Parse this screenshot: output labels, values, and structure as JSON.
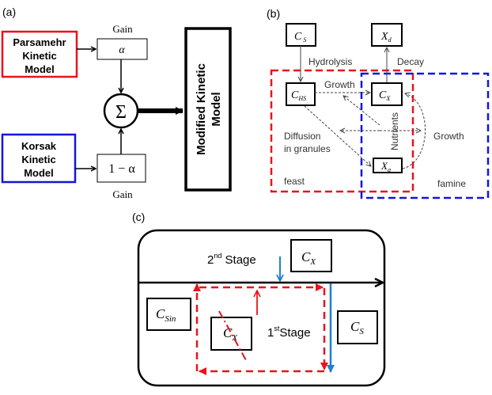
{
  "panel_a": {
    "label": "(a)",
    "parsamehr": [
      "Parsamehr",
      "Kinetic",
      "Model"
    ],
    "korsak": [
      "Korsak",
      "Kinetic",
      "Model"
    ],
    "gain_top": "Gain",
    "gain_bottom": "Gain",
    "alpha": "α",
    "one_minus_alpha": "1 − α",
    "sum_symbol": "Σ",
    "output": [
      "Modified Kinetic",
      "Model"
    ],
    "colors": {
      "parsamehr": "#e8141a",
      "korsak": "#1414e0"
    }
  },
  "panel_b": {
    "label": "(b)",
    "cs": {
      "main": "C",
      "sub": "S"
    },
    "xd": {
      "main": "X",
      "sub": "d"
    },
    "chs": {
      "main": "C",
      "sub": "HS"
    },
    "cx": {
      "main": "C",
      "sub": "X"
    },
    "xg": {
      "main": "X",
      "sub": "g"
    },
    "hydrolysis": "Hydrolysis",
    "decay": "Decay",
    "growth_top": "Growth",
    "growth_right": "Growth",
    "diffusion": [
      "Diffusion",
      "in granules"
    ],
    "nutrients": "Nutrients",
    "feast": "feast",
    "famine": "famine",
    "colors": {
      "feast": "#e8141a",
      "famine": "#1414e0"
    }
  },
  "panel_c": {
    "label": "(c)",
    "stage2": {
      "num": "2",
      "sup": "nd",
      "text": " Stage"
    },
    "stage1": {
      "num": "1",
      "sup": "st",
      "text": "Stage"
    },
    "cx_top": {
      "main": "C",
      "sub": "X"
    },
    "csin": {
      "main": "C",
      "sub": "Sin"
    },
    "cx_inner": {
      "main": "C",
      "sub": "X"
    },
    "cs": {
      "main": "C",
      "sub": "S"
    },
    "colors": {
      "cycle": "#e8141a",
      "flow": "#1f7fd0"
    }
  }
}
